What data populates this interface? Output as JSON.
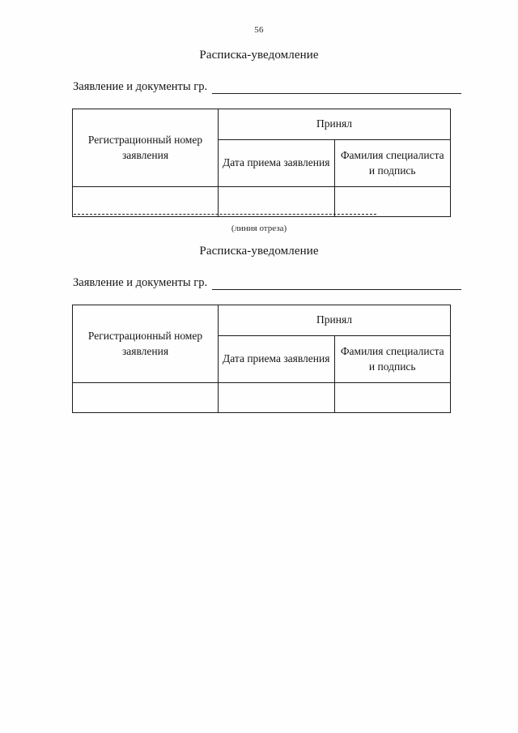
{
  "document": {
    "page_number": "56",
    "language": "ru"
  },
  "cut_separator": {
    "caption": "(линия отреза)",
    "line_style": "dashed"
  },
  "table_headers": {
    "registration_number": "Регистрационный номер заявления",
    "accepted_by": "Принял",
    "date_of_acceptance": "Дата приема заявления",
    "specialist_name_signature": "Фамилия специалиста и подпись"
  },
  "sections": [
    {
      "title": "Расписка-уведомление",
      "applicant_label": "Заявление и документы гр.",
      "applicant_value": "",
      "rows": [
        {
          "registration_number": "",
          "date_of_acceptance": "",
          "specialist_name_signature": ""
        }
      ]
    },
    {
      "title": "Расписка-уведомление",
      "applicant_label": "Заявление и документы гр.",
      "applicant_value": "",
      "rows": [
        {
          "registration_number": "",
          "date_of_acceptance": "",
          "specialist_name_signature": ""
        }
      ]
    }
  ],
  "colors": {
    "ink": "#161616",
    "rule": "#1c1c1c",
    "paper": "#fefefe"
  }
}
